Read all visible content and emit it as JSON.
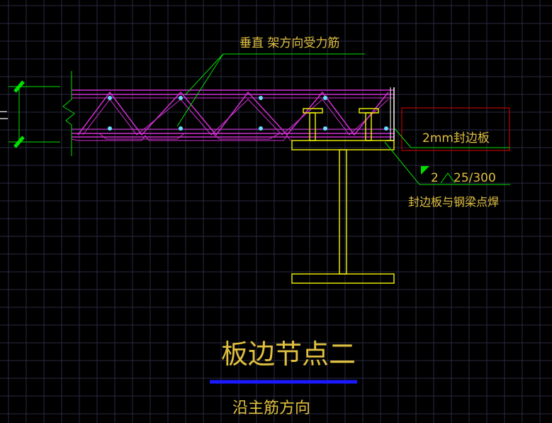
{
  "drawing": {
    "colors": {
      "background": "#000000",
      "grid": "#2a2a44",
      "truss": "#d22fd2",
      "annotation": "#00e000",
      "steel": "#e6e600",
      "text": "#e0c040",
      "highlight_box": "#e00000",
      "underline": "#1a1aff",
      "rebar_dot": "#66e0ff",
      "edge_plate": "#ffffff"
    },
    "labels": {
      "top_rebar": "垂直 架方向受力筋",
      "edge_plate": "2mm封边板",
      "weld_spec": "2",
      "weld_spacing": "25/300",
      "weld_note": "封边板与钢梁点焊",
      "dim_left": "二"
    },
    "title": "板边节点二",
    "subtitle": "沿主筋方向"
  }
}
